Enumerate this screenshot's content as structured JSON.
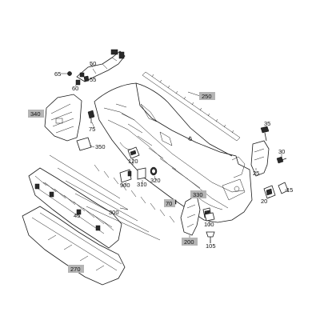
{
  "labels": {
    "p5": "5",
    "p15": "15",
    "p20": "20",
    "p25": "25",
    "p30": "30",
    "p35": "35",
    "p45": "45",
    "p50": "50",
    "p55": "55",
    "p60": "60",
    "p65": "65",
    "p75": "75",
    "p100": "100",
    "p105": "105",
    "p120": "120",
    "p300": "300",
    "p310": "310",
    "p320": "320",
    "p350": "350",
    "p900": "900"
  },
  "badges": {
    "b200": "200",
    "b250": "250",
    "b270": "270",
    "b330": "330",
    "b340": "340",
    "b70": "70"
  },
  "colors": {
    "badge_fill": "#b5b5b5",
    "line": "#1a1a1a",
    "background": "#ffffff"
  }
}
